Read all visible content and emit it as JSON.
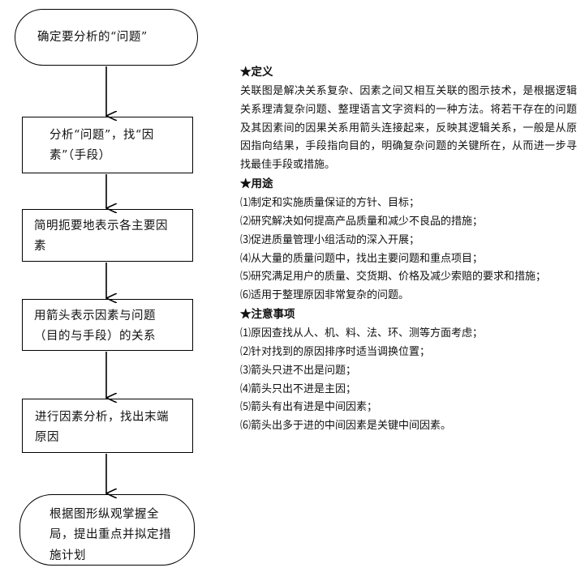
{
  "flowchart": {
    "steps": [
      "确定要分析的“问题”",
      "分析“问题”，找“因素”（手段）",
      "简明扼要地表示各主要因素",
      "用箭头表示因素与问题（目的与手段）的关系",
      "进行因素分析，找出末端原因",
      "根据图形纵观掌握全局，提出重点并拟定措施计划"
    ]
  },
  "info": {
    "definition": {
      "heading": "★定义",
      "text": "关联图是解决关系复杂、因素之间又相互关联的图示技术，是根据逻辑关系理清复杂问题、整理语言文字资料的一种方法。将若干存在的问题及其因素间的因果关系用箭头连接起来，反映其逻辑关系，一般是从原因指向结果，手段指向目的，明确复杂问题的关键所在，从而进一步寻找最佳手段或措施。"
    },
    "usage": {
      "heading": "★用途",
      "items": [
        "⑴制定和实施质量保证的方针、目标；",
        "⑵研究解决如何提高产品质量和减少不良品的措施；",
        "⑶促进质量管理小组活动的深入开展；",
        "⑷从大量的质量问题中，找出主要问题和重点项目；",
        "⑸研究满足用户的质量、交货期、价格及减少索赔的要求和措施；",
        "⑹适用于整理原因非常复杂的问题。"
      ]
    },
    "notes": {
      "heading": "★注意事项",
      "items": [
        "⑴原因查找从人、机、料、法、环、测等方面考虑；",
        "⑵针对找到的原因排序时适当调换位置；",
        "⑶箭头只进不出是问题；",
        "⑷箭头只出不进是主因；",
        "⑸箭头有出有进是中间因素；",
        "⑹箭头出多于进的中间因素是关键中间因素。"
      ]
    }
  }
}
